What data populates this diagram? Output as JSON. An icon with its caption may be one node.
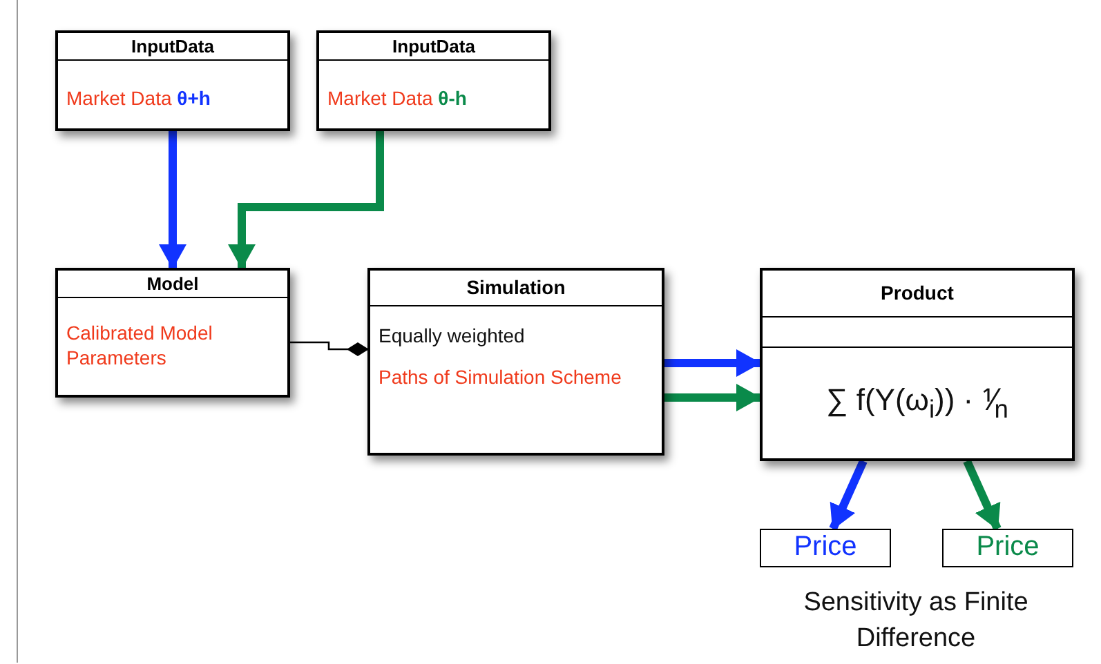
{
  "diagram": {
    "nodes": [
      {
        "text": [
          "InputData",
          "Market Data **θ+h**"
        ]
      },
      {
        "text": [
          "InputData",
          "Market Data **θ-h**"
        ]
      },
      {
        "text": [
          "Model",
          "Calibrated Model Parameters"
        ]
      },
      {
        "text": [
          "Simulation",
          "Equally weighted",
          "Paths of Simulation Scheme"
        ]
      },
      {
        "text": [
          "Product",
          "∑ f(Y(ω$_{i}$)) · ⅟$_{n}$"
        ]
      },
      {
        "text": [
          "Price"
        ]
      },
      {
        "text": [
          "Price"
        ]
      }
    ],
    "edges": [
      {
        "from": 0,
        "to": 2,
        "arrow": "to",
        "color": "#1133ff"
      },
      {
        "from": 1,
        "to": 2,
        "arrow": "to",
        "color": "#0a8a4a"
      },
      {
        "from": 2,
        "to": 3,
        "arrow": "other",
        "color": "#000000"
      },
      {
        "from": 3,
        "to": 4,
        "arrow": "to",
        "color": "#1133ff"
      },
      {
        "from": 3,
        "to": 4,
        "arrow": "to",
        "color": "#0a8a4a"
      },
      {
        "from": 4,
        "to": 5,
        "arrow": "to",
        "color": "#1133ff"
      },
      {
        "from": 4,
        "to": 6,
        "arrow": "to",
        "color": "#0a8a4a"
      }
    ],
    "labels": [
      "Sensitivity as Finite Difference"
    ]
  }
}
